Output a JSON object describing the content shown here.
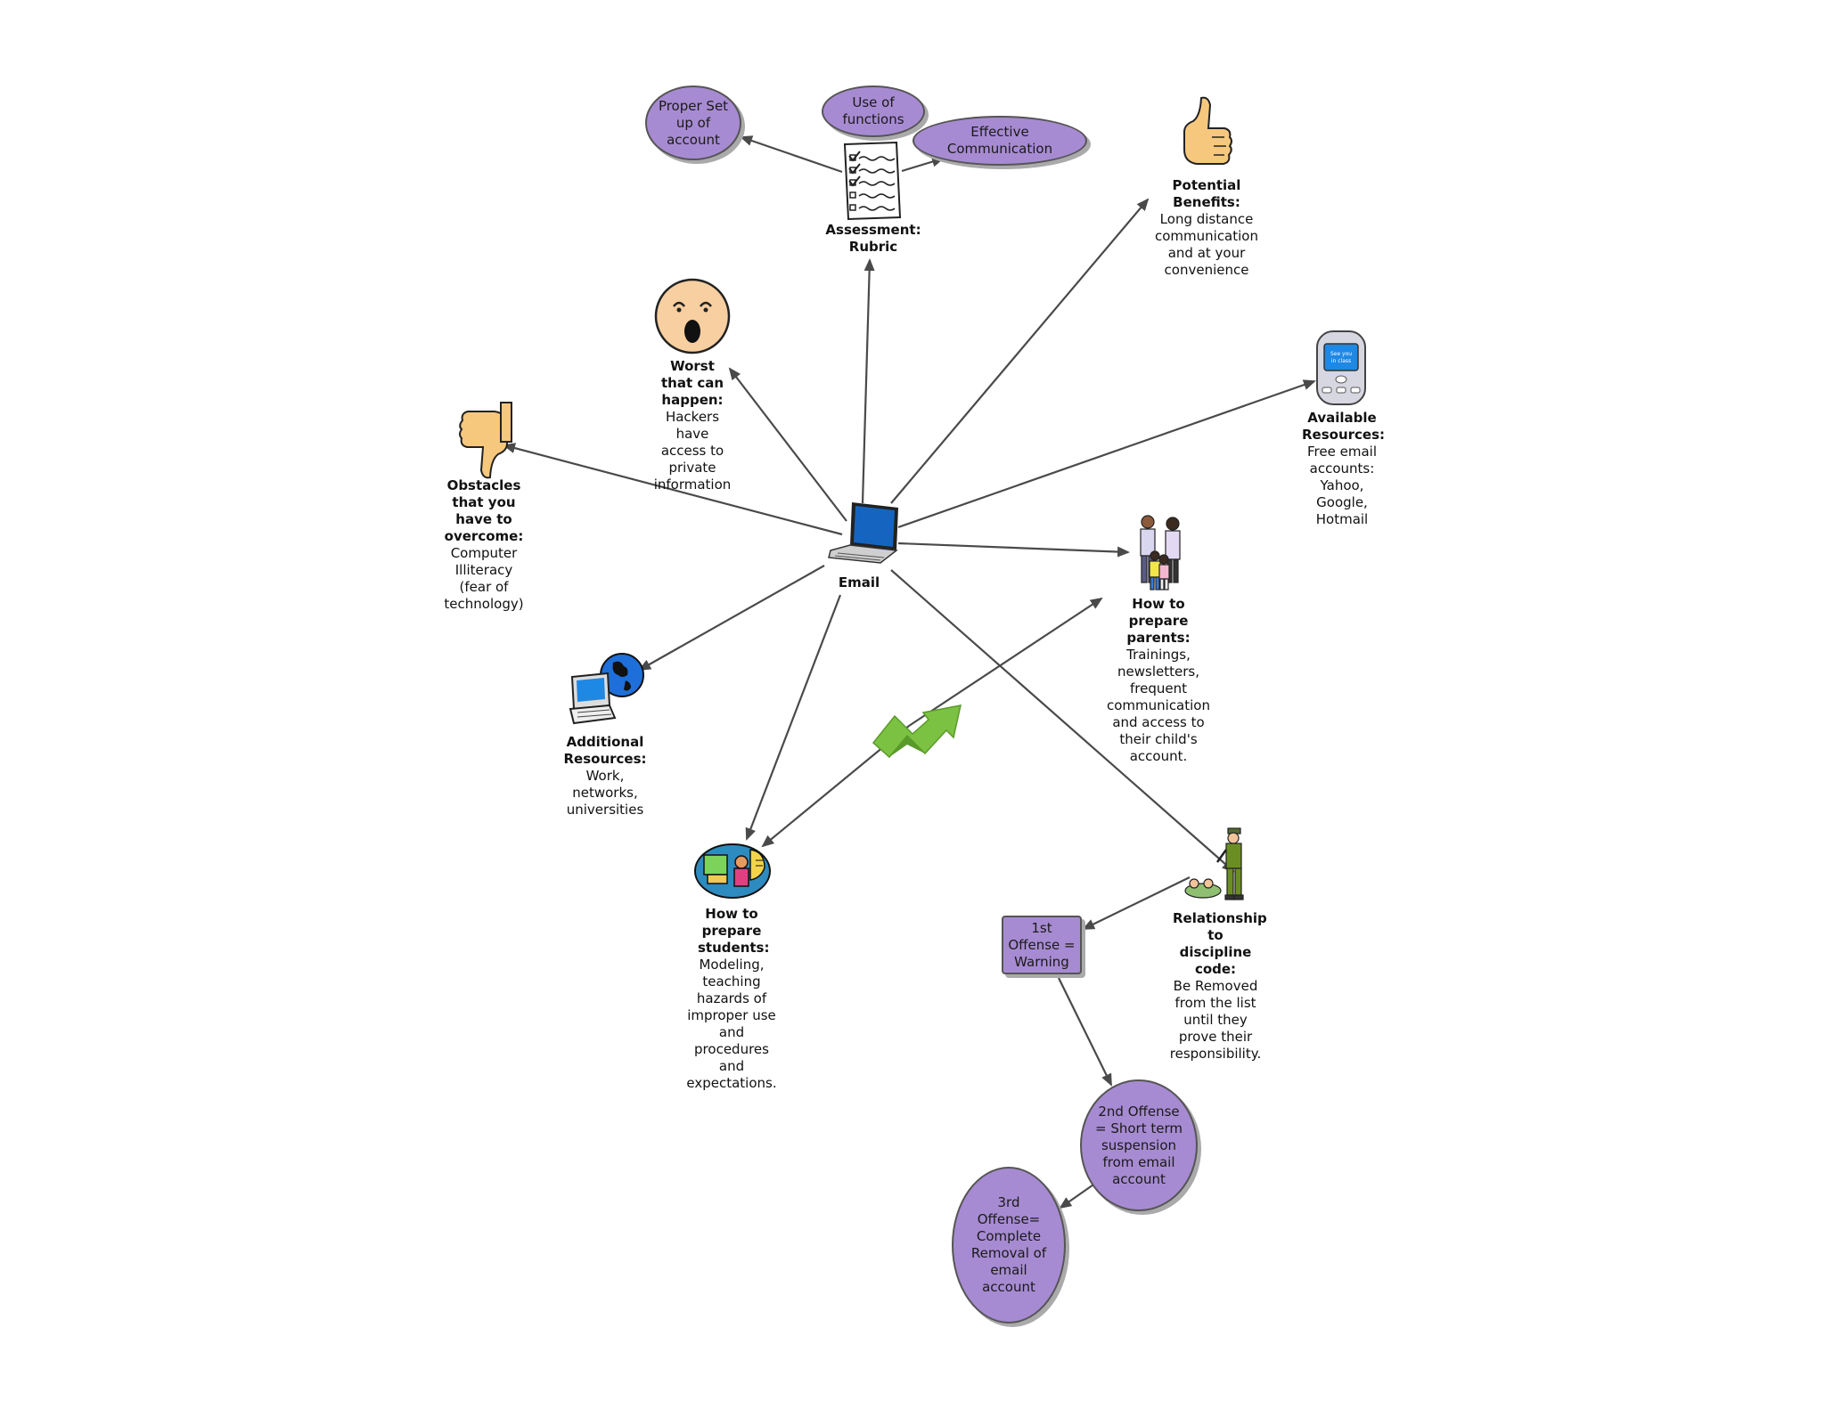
{
  "center": {
    "label": "Email"
  },
  "assessment": {
    "title": "Assessment:",
    "title2": "Rubric"
  },
  "rubric_items": [
    {
      "text": "Proper Set up of account"
    },
    {
      "text": "Use of functions"
    },
    {
      "text": "Effective Communication"
    }
  ],
  "benefits": {
    "title": "Potential Benefits:",
    "text": "Long distance communication and at your convenience"
  },
  "available": {
    "title": "Available Resources:",
    "text": "Free email accounts: Yahoo, Google, Hotmail"
  },
  "phone_screen": "See you in class",
  "worst": {
    "title": "Worst that can happen:",
    "text": "Hackers have access to private information"
  },
  "obstacles": {
    "title": "Obstacles that you have to overcome:",
    "text": "Computer Illiteracy (fear of technology)"
  },
  "parents": {
    "title": "How to prepare parents:",
    "text": "Trainings, newsletters, frequent communication and access to their child's account."
  },
  "additional": {
    "title": "Additional Resources:",
    "text": "Work, networks, universities"
  },
  "students": {
    "title": "How to prepare students:",
    "text": "Modeling, teaching hazards of improper use and procedures and expectations."
  },
  "discipline": {
    "title": "Relationship to discipline code:",
    "text": "Be Removed from the list until they prove their responsibility."
  },
  "offenses": [
    {
      "text": "1st Offense = Warning"
    },
    {
      "text": "2nd Offense = Short term suspension from email account"
    },
    {
      "text": "3rd Offense= Complete Removal of email account"
    }
  ],
  "colors": {
    "bubble_fill": "#a78bd2",
    "arrow": "#555555",
    "screen_blue": "#1565c0"
  }
}
